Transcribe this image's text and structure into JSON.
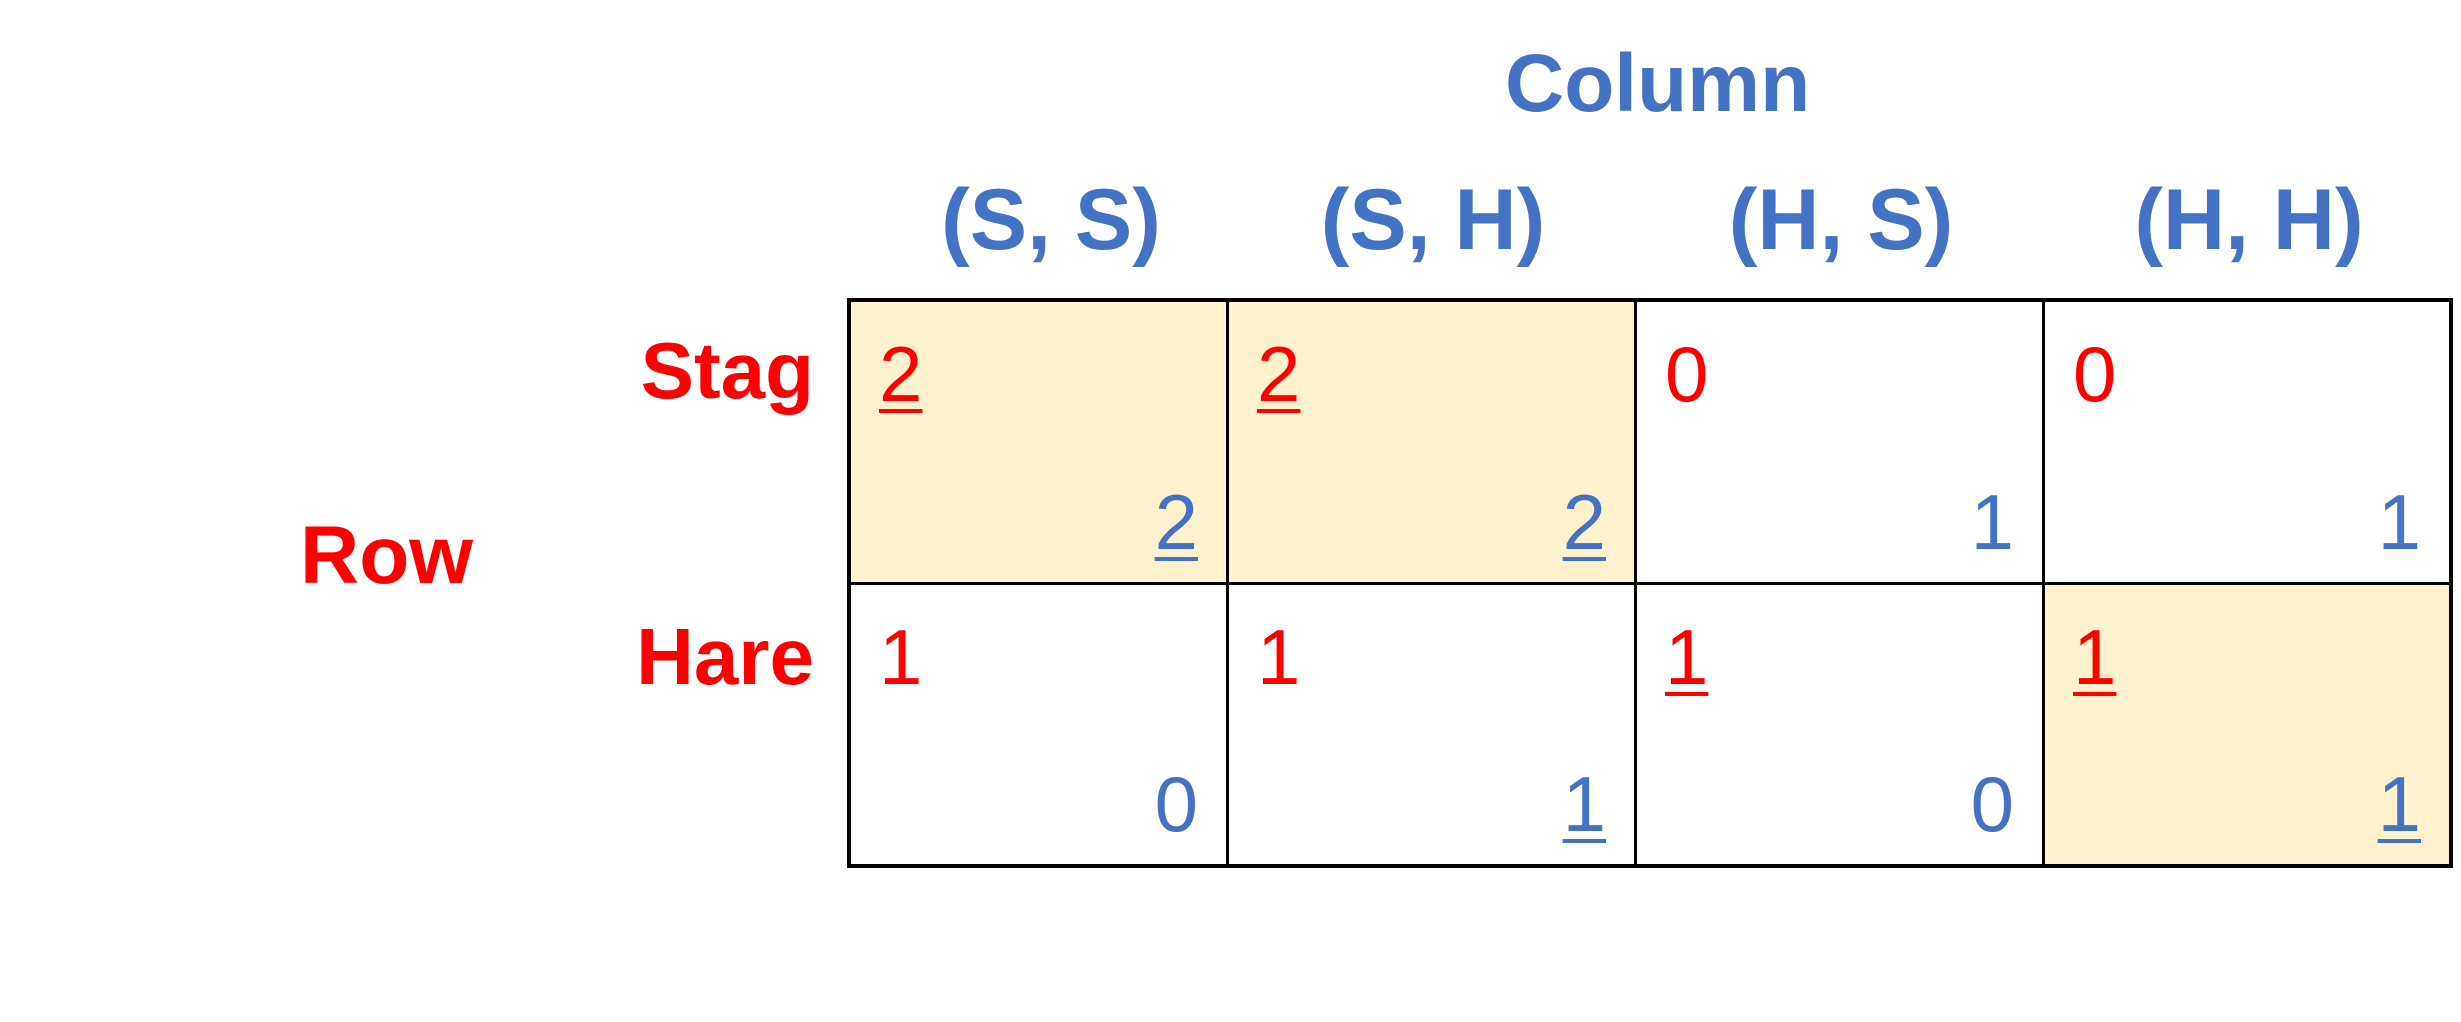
{
  "players": {
    "column": "Column",
    "row": "Row"
  },
  "colors": {
    "row_player": "#ff0000",
    "column_player": "#4472c4",
    "equilibrium_fill": "#fff2cc"
  },
  "columns": [
    "(S, S)",
    "(S, H)",
    "(H, S)",
    "(H, H)"
  ],
  "rows": [
    "Stag",
    "Hare"
  ],
  "cells": [
    [
      {
        "row_payoff": "2",
        "col_payoff": "2",
        "row_best": true,
        "col_best": true,
        "highlighted": true
      },
      {
        "row_payoff": "2",
        "col_payoff": "2",
        "row_best": true,
        "col_best": true,
        "highlighted": true
      },
      {
        "row_payoff": "0",
        "col_payoff": "1",
        "row_best": false,
        "col_best": false,
        "highlighted": false
      },
      {
        "row_payoff": "0",
        "col_payoff": "1",
        "row_best": false,
        "col_best": false,
        "highlighted": false
      }
    ],
    [
      {
        "row_payoff": "1",
        "col_payoff": "0",
        "row_best": false,
        "col_best": false,
        "highlighted": false
      },
      {
        "row_payoff": "1",
        "col_payoff": "1",
        "row_best": false,
        "col_best": true,
        "highlighted": false
      },
      {
        "row_payoff": "1",
        "col_payoff": "0",
        "row_best": true,
        "col_best": false,
        "highlighted": false
      },
      {
        "row_payoff": "1",
        "col_payoff": "1",
        "row_best": true,
        "col_best": true,
        "highlighted": true
      }
    ]
  ]
}
